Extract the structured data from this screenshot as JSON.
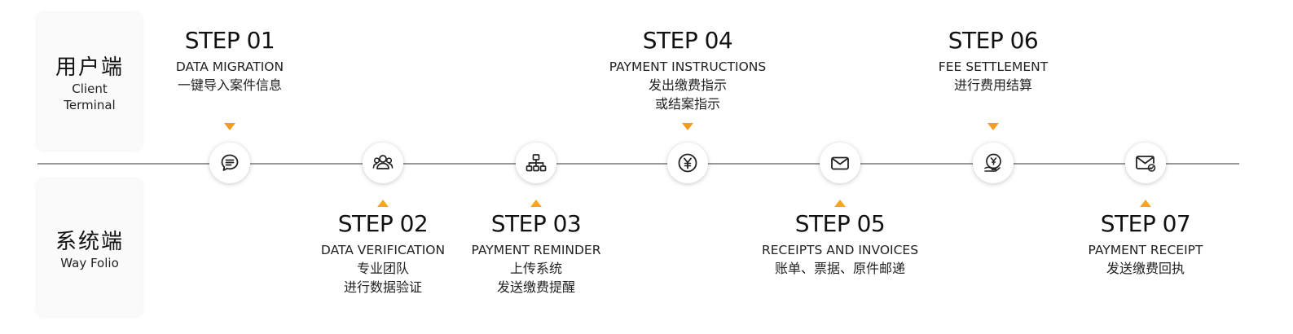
{
  "colors": {
    "accent": "#f39c1d",
    "line": "#999999"
  },
  "client": {
    "zh": "用户端",
    "en1": "Client",
    "en2": "Terminal"
  },
  "system": {
    "zh": "系统端",
    "en": "Way Folio"
  },
  "steps": [
    {
      "step": "STEP 01",
      "en": "DATA MIGRATION",
      "zh": [
        "一键导入案件信息"
      ],
      "icon": "chat-bubble-icon",
      "side": "top"
    },
    {
      "step": "STEP 02",
      "en": "DATA VERIFICATION",
      "zh": [
        "专业团队",
        "进行数据验证"
      ],
      "icon": "team-icon",
      "side": "bottom"
    },
    {
      "step": "STEP 03",
      "en": "PAYMENT REMINDER",
      "zh": [
        "上传系统",
        "发送缴费提醒"
      ],
      "icon": "hierarchy-icon",
      "side": "bottom"
    },
    {
      "step": "STEP 04",
      "en": "PAYMENT INSTRUCTIONS",
      "zh": [
        "发出缴费指示",
        "或结案指示"
      ],
      "icon": "yen-coin-icon",
      "side": "top"
    },
    {
      "step": "STEP 05",
      "en": "RECEIPTS AND INVOICES",
      "zh": [
        "账单、票据、原件邮递"
      ],
      "icon": "envelope-icon",
      "side": "bottom"
    },
    {
      "step": "STEP 06",
      "en": "FEE SETTLEMENT",
      "zh": [
        "进行费用结算"
      ],
      "icon": "yen-hand-icon",
      "side": "top"
    },
    {
      "step": "STEP 07",
      "en": "PAYMENT RECEIPT",
      "zh": [
        "发送缴费回执"
      ],
      "icon": "mail-receipt-icon",
      "side": "bottom"
    }
  ]
}
